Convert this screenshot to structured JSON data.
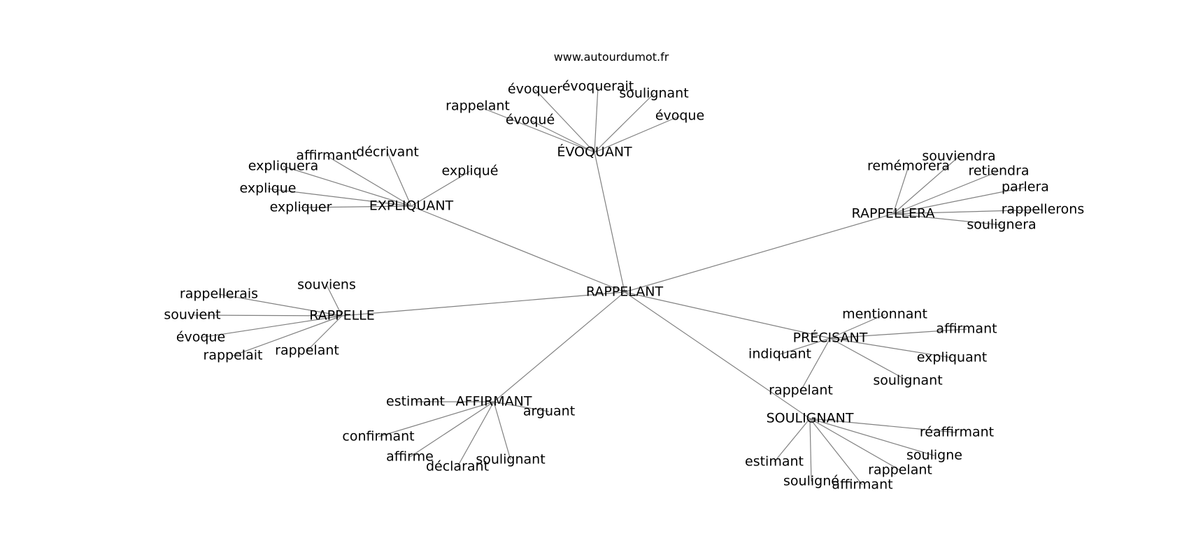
{
  "watermark": "www.autourdumot.fr",
  "center": "RAPPELANT",
  "clusters": [
    {
      "label": "ÉVOQUANT",
      "leaves": [
        "évoquer",
        "évoquerait",
        "soulignant",
        "rappelant",
        "évoqué",
        "évoque"
      ]
    },
    {
      "label": "EXPLIQUANT",
      "leaves": [
        "affirmant",
        "décrivant",
        "expliquera",
        "expliqué",
        "explique",
        "expliquer"
      ]
    },
    {
      "label": "RAPPELLERA",
      "leaves": [
        "souviendra",
        "remémorera",
        "retiendra",
        "parlera",
        "rappellerons",
        "soulignera"
      ]
    },
    {
      "label": "RAPPELLE",
      "leaves": [
        "souviens",
        "rappellerais",
        "souvient",
        "évoque",
        "rappelant",
        "rappelait"
      ]
    },
    {
      "label": "PRÉCISANT",
      "leaves": [
        "mentionnant",
        "affirmant",
        "indiquant",
        "expliquant",
        "soulignant",
        "rappelant"
      ]
    },
    {
      "label": "AFFIRMANT",
      "leaves": [
        "estimant",
        "arguant",
        "confirmant",
        "affirme",
        "soulignant",
        "déclarant"
      ]
    },
    {
      "label": "SOULIGNANT",
      "leaves": [
        "réaffirmant",
        "souligne",
        "rappelant",
        "estimant",
        "souligné",
        "affirmant"
      ]
    }
  ]
}
